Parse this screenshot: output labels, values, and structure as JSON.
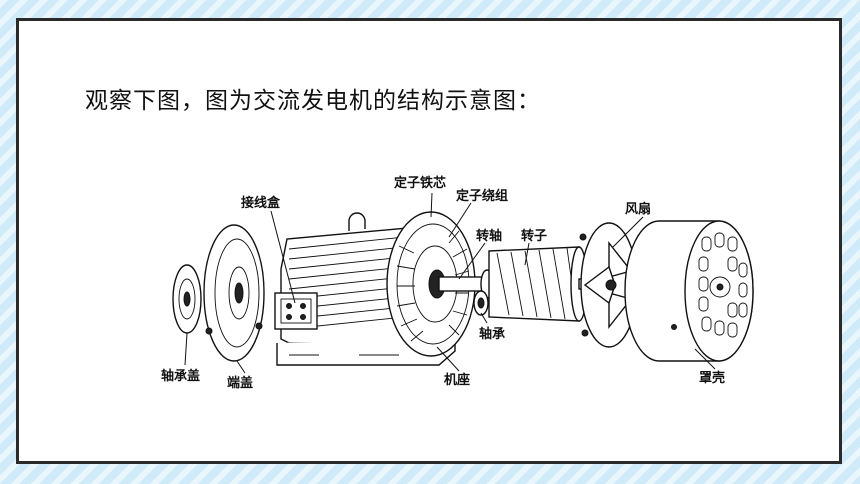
{
  "heading": "观察下图，图为交流发电机的结构示意图：",
  "labels": {
    "stator_core": "定子铁芯",
    "stator_winding": "定子绕组",
    "junction_box": "接线盒",
    "shaft": "转轴",
    "rotor": "转子",
    "fan": "风扇",
    "bearing": "轴承",
    "bearing_cap": "轴承盖",
    "end_cover": "端盖",
    "frame": "机座",
    "housing": "罩壳"
  }
}
